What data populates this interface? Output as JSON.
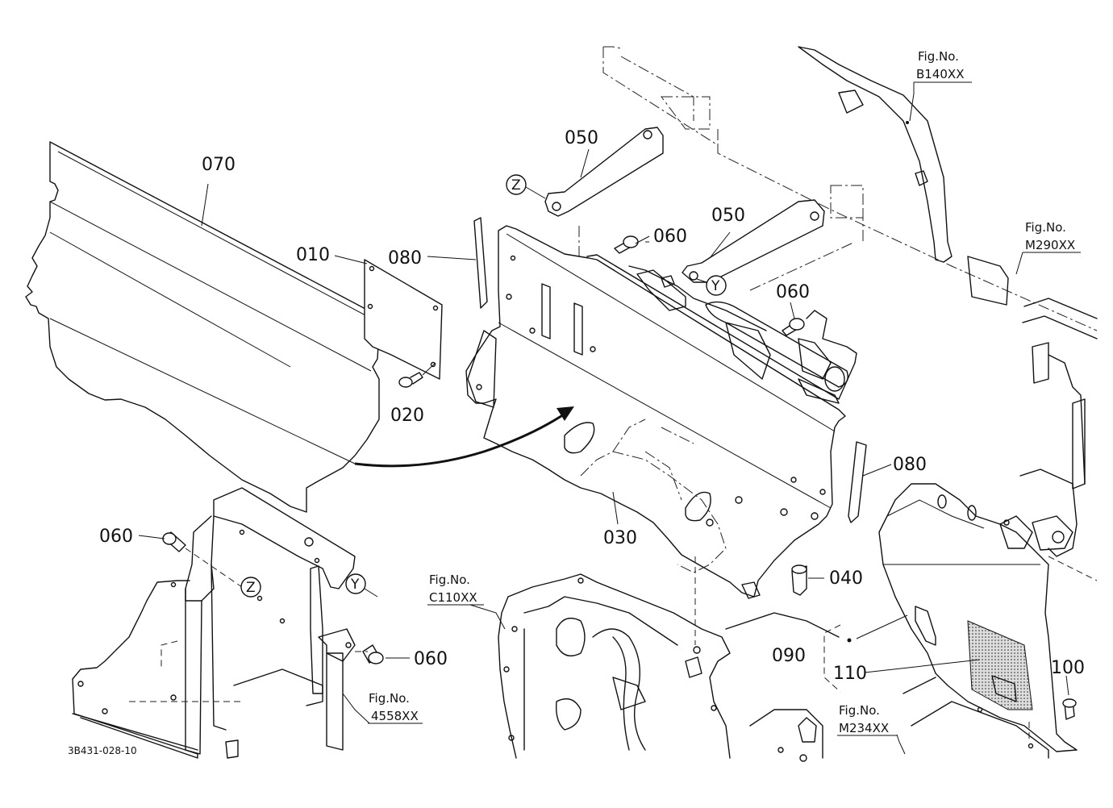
{
  "diagram_code": "3B431-028-10",
  "parts": [
    {
      "id": "p070",
      "label": "070"
    },
    {
      "id": "p010",
      "label": "010"
    },
    {
      "id": "p080a",
      "label": "080"
    },
    {
      "id": "p020",
      "label": "020"
    },
    {
      "id": "p050a",
      "label": "050"
    },
    {
      "id": "p050b",
      "label": "050"
    },
    {
      "id": "p060a",
      "label": "060"
    },
    {
      "id": "p060b",
      "label": "060"
    },
    {
      "id": "p060c",
      "label": "060"
    },
    {
      "id": "p060d",
      "label": "060"
    },
    {
      "id": "p080b",
      "label": "080"
    },
    {
      "id": "p030",
      "label": "030"
    },
    {
      "id": "p040",
      "label": "040"
    },
    {
      "id": "p090",
      "label": "090"
    },
    {
      "id": "p110",
      "label": "110"
    },
    {
      "id": "p100",
      "label": "100"
    }
  ],
  "fig_refs": [
    {
      "id": "b140",
      "prefix": "Fig.No.",
      "code": "B140XX"
    },
    {
      "id": "m290",
      "prefix": "Fig.No.",
      "code": "M290XX"
    },
    {
      "id": "c110",
      "prefix": "Fig.No.",
      "code": "C110XX"
    },
    {
      "id": "f4558",
      "prefix": "Fig.No.",
      "code": "4558XX"
    },
    {
      "id": "m234",
      "prefix": "Fig.No.",
      "code": "M234XX"
    }
  ],
  "markers": [
    {
      "id": "z1",
      "label": "Z"
    },
    {
      "id": "y1",
      "label": "Y"
    },
    {
      "id": "z2",
      "label": "Z"
    },
    {
      "id": "y2",
      "label": "Y"
    }
  ]
}
